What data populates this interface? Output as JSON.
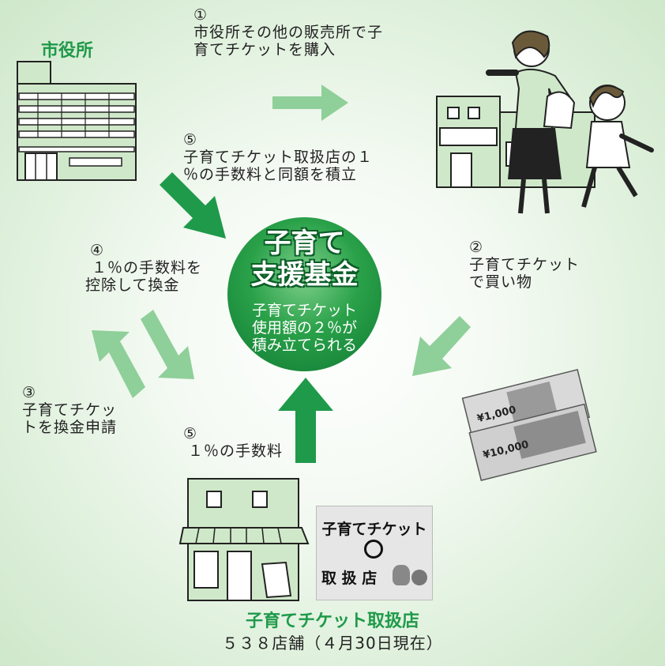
{
  "city_hall": {
    "label": "市役所"
  },
  "steps": {
    "s1": {
      "num": "①",
      "line1": "市役所その他の販売所で子",
      "line2": "育てチケットを購入"
    },
    "s5a": {
      "num": "⑤",
      "line1": "子育てチケット取扱店の１",
      "line2": "％の手数料と同額を積立"
    },
    "s2": {
      "num": "②",
      "line1": "子育てチケット",
      "line2": "で買い物"
    },
    "s4": {
      "num": "④",
      "line1": "１％の手数料を",
      "line2": "控除して換金"
    },
    "s3": {
      "num": "③",
      "line1": "子育てチケッ",
      "line2": "トを換金申請"
    },
    "s5b": {
      "num": "⑤",
      "line1": "１％の手数料"
    }
  },
  "fund": {
    "title1": "子育て",
    "title2": "支援基金",
    "desc1": "子育てチケット",
    "desc2": "使用額の２％が",
    "desc3": "積み立てられる"
  },
  "tickets": {
    "value1": "¥1,000",
    "value2": "¥10,000"
  },
  "shop_sign": {
    "line1": "子育てチケット",
    "line2": "取 扱 店"
  },
  "shop": {
    "label": "子育てチケット取扱店",
    "count": "５３８店舗（４月30日現在）"
  },
  "colors": {
    "light_arrow": "#8fcf99",
    "dark_arrow": "#1f9a4a",
    "title_green": "#1f9a4a"
  }
}
